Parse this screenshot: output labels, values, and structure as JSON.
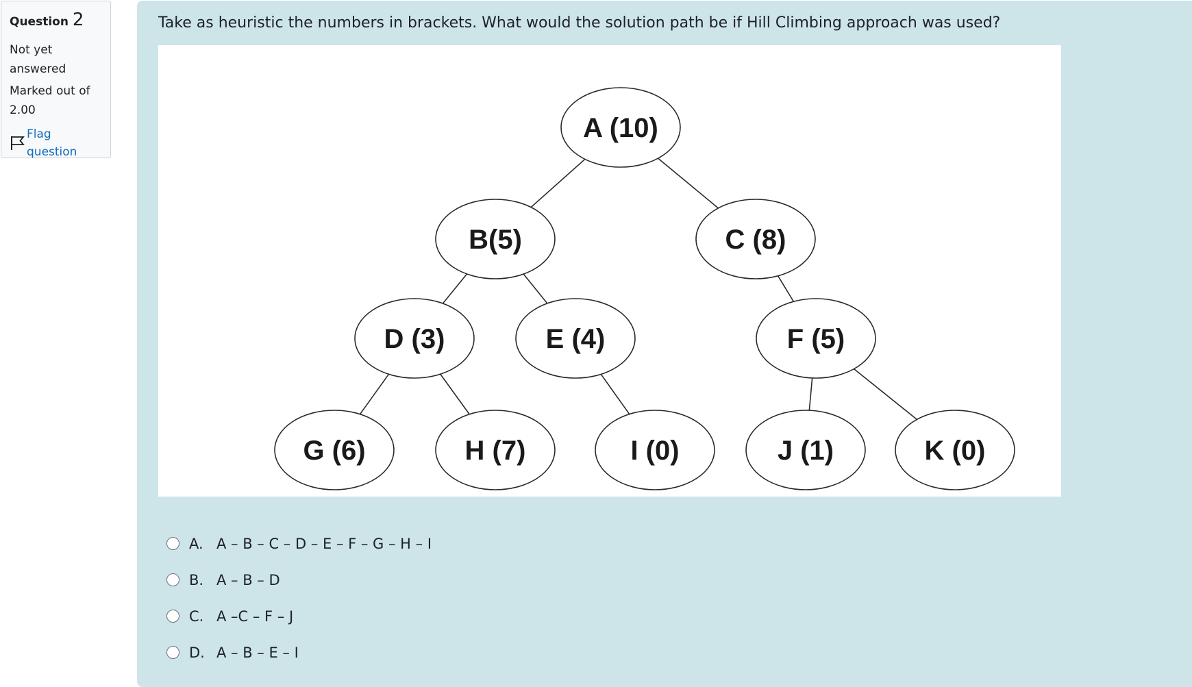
{
  "info": {
    "question_word": "Question",
    "question_number": "2",
    "state_line1": "Not yet",
    "state_line2": "answered",
    "grade_line1": "Marked out of",
    "grade_line2": "2.00",
    "flag_label": "Flag question",
    "flag_icon": "flag-icon"
  },
  "question": {
    "text": "Take as heuristic the numbers in brackets. What would the solution path be if Hill Climbing approach was used?"
  },
  "tree": {
    "nodes": [
      {
        "id": "A",
        "label": "A (10)"
      },
      {
        "id": "B",
        "label": "B(5)"
      },
      {
        "id": "C",
        "label": "C (8)"
      },
      {
        "id": "D",
        "label": "D (3)"
      },
      {
        "id": "E",
        "label": "E (4)"
      },
      {
        "id": "F",
        "label": "F (5)"
      },
      {
        "id": "G",
        "label": "G (6)"
      },
      {
        "id": "H",
        "label": "H (7)"
      },
      {
        "id": "I",
        "label": "I (0)"
      },
      {
        "id": "J",
        "label": "J (1)"
      },
      {
        "id": "K",
        "label": "K (0)"
      }
    ],
    "edges": [
      [
        "A",
        "B"
      ],
      [
        "A",
        "C"
      ],
      [
        "B",
        "D"
      ],
      [
        "B",
        "E"
      ],
      [
        "C",
        "F"
      ],
      [
        "D",
        "G"
      ],
      [
        "D",
        "H"
      ],
      [
        "E",
        "I"
      ],
      [
        "F",
        "J"
      ],
      [
        "F",
        "K"
      ]
    ]
  },
  "answers": [
    {
      "letter": "A.",
      "text": "A – B – C – D – E – F – G – H – I"
    },
    {
      "letter": "B.",
      "text": "A – B – D"
    },
    {
      "letter": "C.",
      "text": "A –C – F – J"
    },
    {
      "letter": "D.",
      "text": "A – B – E – I"
    }
  ],
  "colors": {
    "panel_bg": "#cde5e9",
    "link": "#0f6cbf"
  }
}
